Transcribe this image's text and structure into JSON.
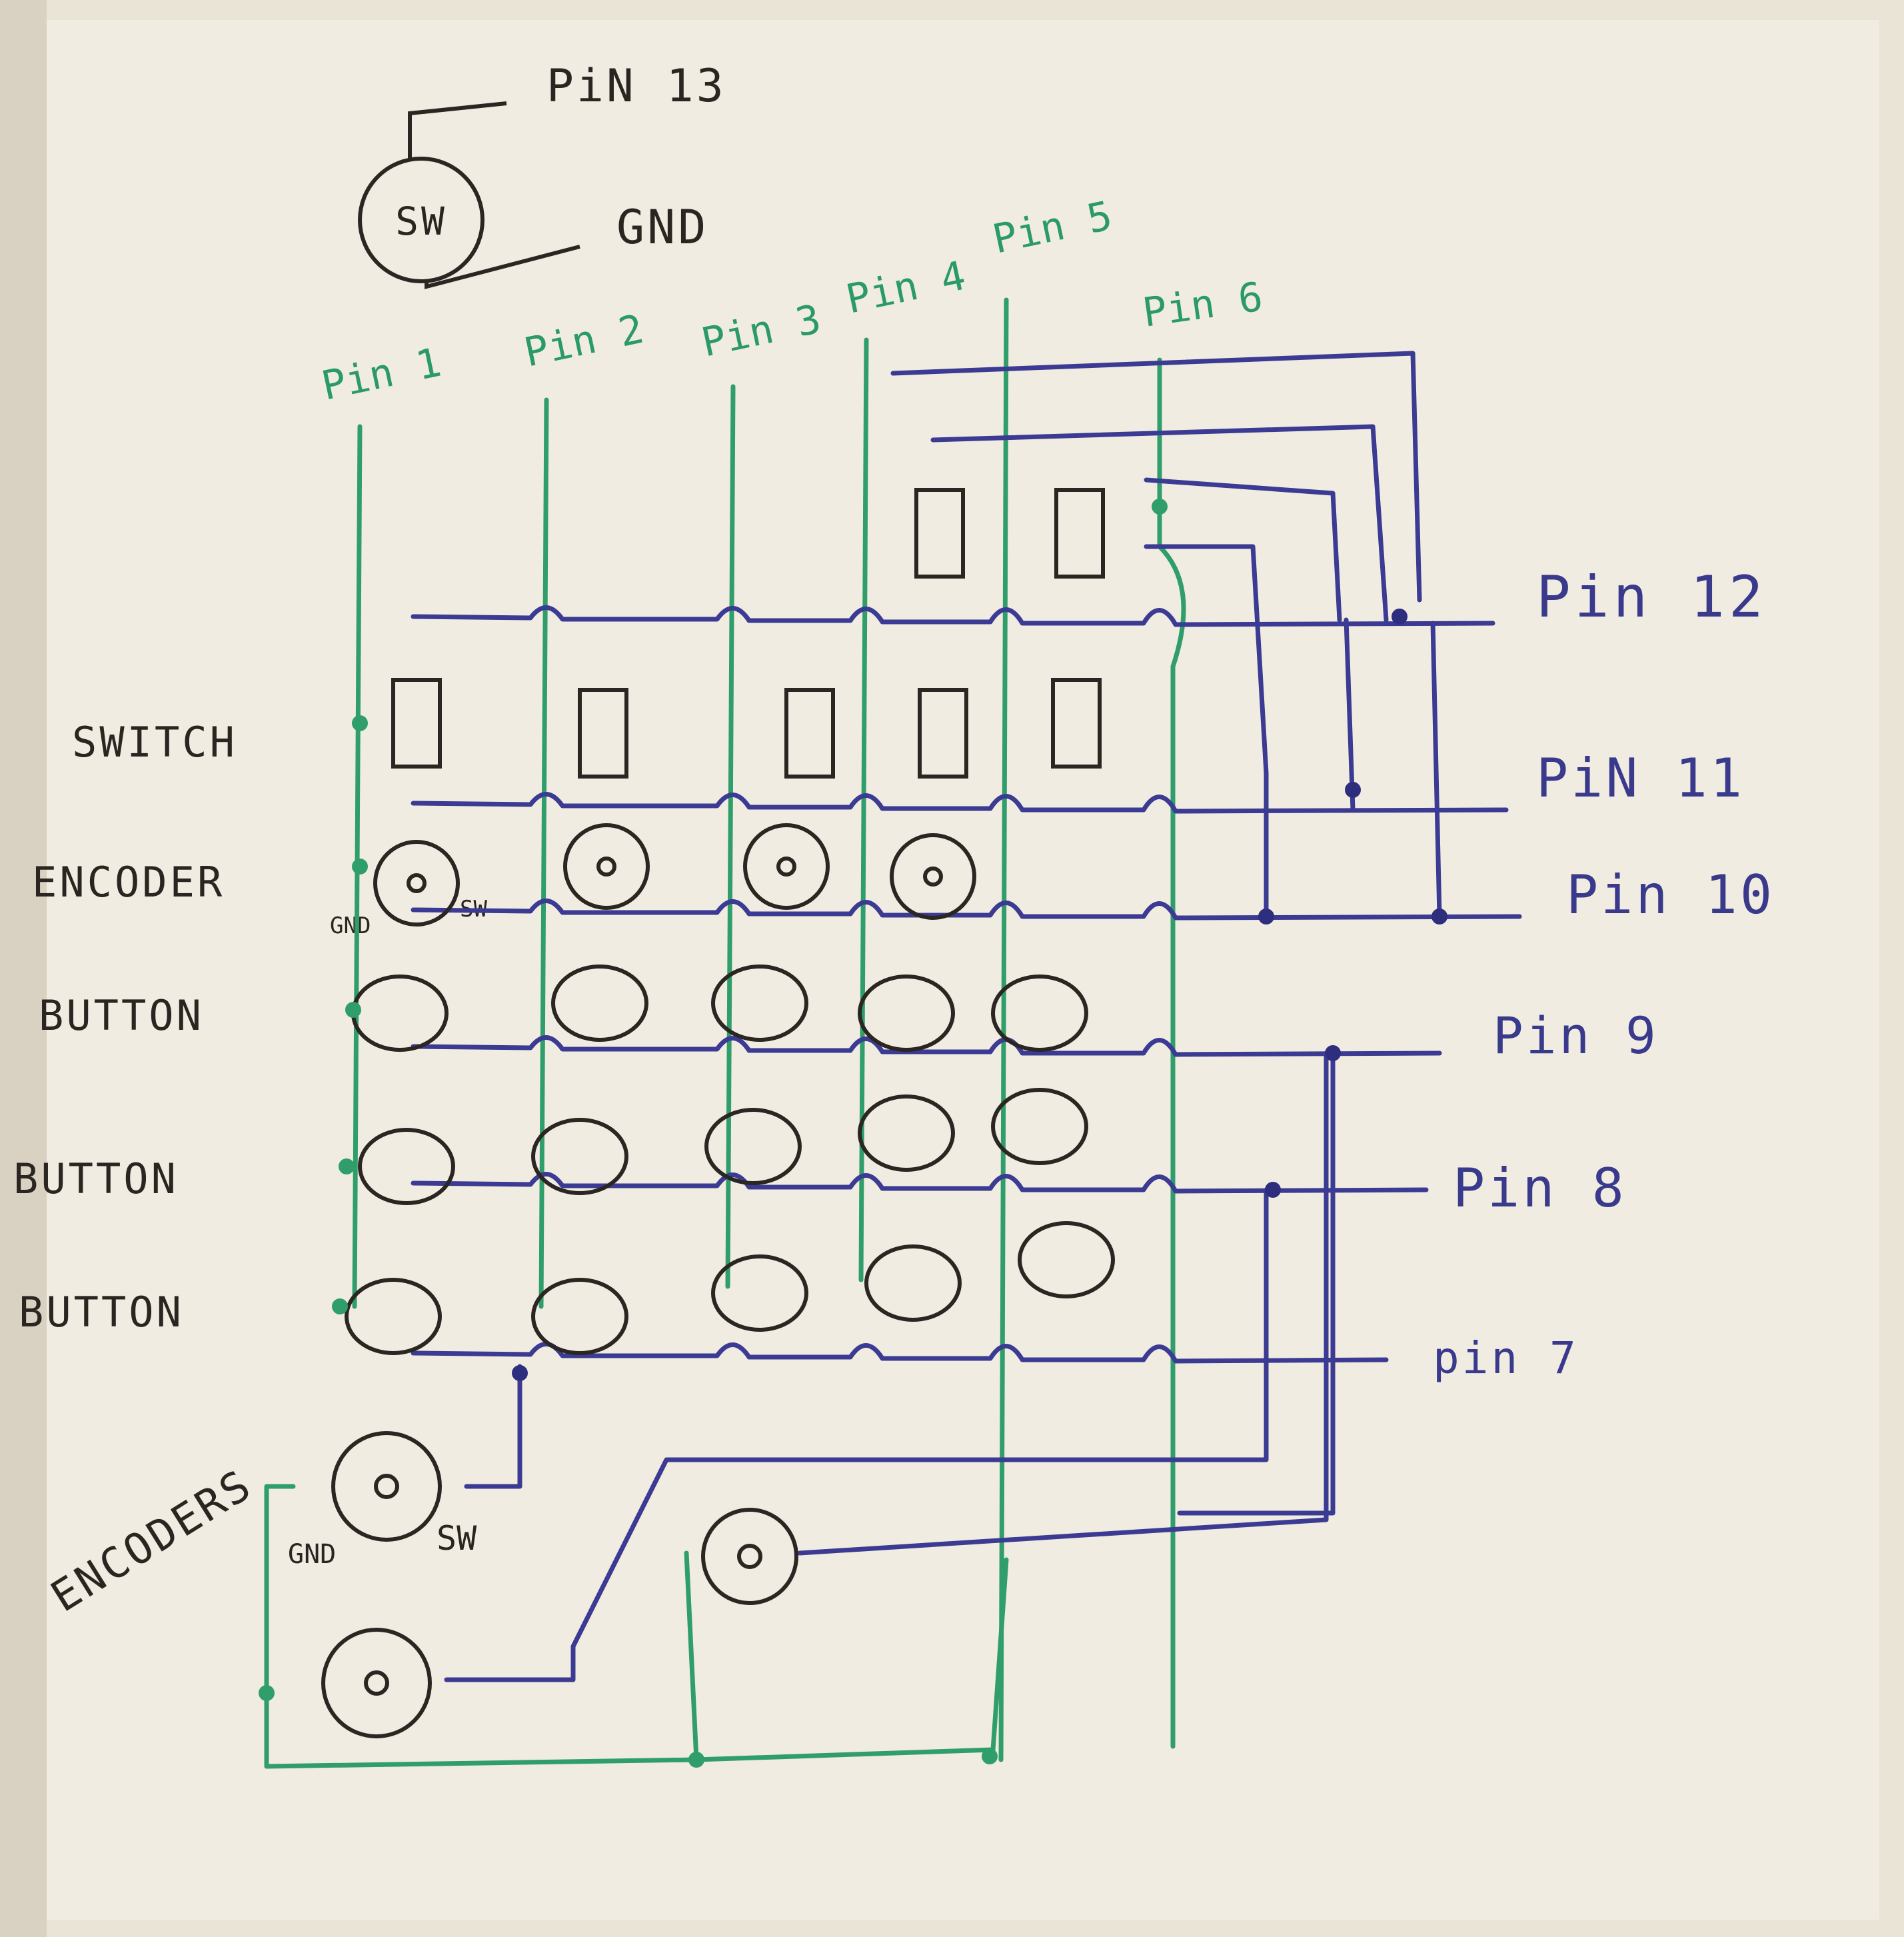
{
  "top_switch": {
    "symbol": "SW",
    "pin_label": "PiN 13",
    "gnd_label": "GND"
  },
  "columns": [
    "Pin 1",
    "Pin 2",
    "Pin 3",
    "Pin 4",
    "Pin 5",
    "Pin 6"
  ],
  "rows": [
    {
      "part": "SWITCH",
      "pin": "Pin 12"
    },
    {
      "part": "ENCODER",
      "pin": "PiN 11"
    },
    {
      "part": "",
      "pin": "Pin 10"
    },
    {
      "part": "BUTTON",
      "pin": "Pin 9"
    },
    {
      "part": "BUTTON",
      "pin": "Pin 8"
    },
    {
      "part": "BUTTON",
      "pin": "pin 7"
    }
  ],
  "encoder_pin_labels": {
    "gnd": "GND",
    "sw": "SW"
  },
  "bottom": {
    "title": "ENCODERS",
    "gnd": "GND",
    "sw": "SW"
  },
  "colors": {
    "paper": "#e9e4d6",
    "column_wires": "#2f9e6a",
    "row_wires": "#3b3b93",
    "components": "#2b2622"
  }
}
